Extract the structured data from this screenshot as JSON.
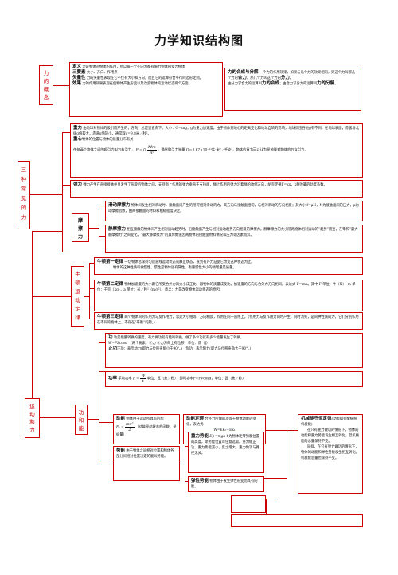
{
  "title": "力学知识结构图",
  "concept": {
    "side": [
      "力",
      "的",
      "概",
      "念"
    ],
    "def_label": "定义",
    "def_text": "力是物体对物体的作用，所以每一个在的力都有施力物体和受力物体",
    "three_label": "三要素",
    "three_text": "大小、方向、作用点",
    "vector_label": "矢量性",
    "vector_text": "力的矢量性表现在它不仅有大小和方向，而且它的运算符合平行四边形定则。",
    "effect_label": "效果",
    "effect_text": "力的作用效果表现在使物体产生形变以及改变物体的运动状态两个方面。"
  },
  "compose": {
    "label": "力的合成与分解",
    "text1": "一个力的作用效果，如果与几个力的效果相同，则这个力叫那几个力的",
    "he": "合力",
    "text2": "，那几个力叫这个力的",
    "fen": "分力",
    "text3": "。",
    "text4": "由分力求合力的运算叫",
    "hecheng": "力的合成",
    "text5": "；由合力求分力的运算叫",
    "fenjie": "力的分解",
    "text6": "。"
  },
  "three_forces": {
    "side": [
      "三",
      "种",
      "常",
      "见",
      "的",
      "力"
    ],
    "gravity_label": "重力",
    "gravity_text1": "由地球对物体的吸引而产生的，方向：总是竖直向下。大小：G＝mg，g为重力加速度，由于物体到地心的距离变化和地球自转的影响，地球周围各地g有不同，在地球表面，赤极与北极g值较大，赤道g值较小，通常取g=9.8米／秒²。",
    "center_label": "重心",
    "center_text": "物体的位置与物体的质量分布有关",
    "gravitation_text": "任何两个物体之间的吸引力叫万有引力，",
    "formula_F": "F = G",
    "formula_num": "Mm",
    "formula_den": "R²",
    "gravitation_text2": "，通常取引力常量 G＝6.67×10⁻¹¹牛·米²／千克²。物体的重力可以认为是地球对物体的万有引力。",
    "elastic_label": "弹力",
    "elastic_text": "弹力产生在直接接触并且发生了形变的物体之间，支持面上作用的弹力垂直于支持面，绳上作用的弹力沿着绳的收缩方向，胡克定律F=kx，k称弹簧的劲度系数。",
    "friction_side": [
      "摩",
      "擦",
      "力"
    ],
    "sliding_label": "滑动摩擦力",
    "sliding_text": "物体间发生相对滑动时，接触面间产生的阻碍相对滑动的力，其方向与接触面相切，与相对滑动的方向相反；其大小 f=μN，N为接触面间的压力，μ为动摩擦因数，由两接触面的材料和粗糙程度决定。",
    "static_label": "静摩擦力",
    "static_text": "相互接触的物体间产生相对运动趋势时，沿接触面产生与相对运动趋势方向相反的摩擦力。静摩擦力的大小随两物体相对运动的“趋势”而变，在零和“最大静摩擦力”之间变化，“最大静摩擦力”的具体数值因两物体的接触面材料情况和压力等因素而异。"
  },
  "newton": {
    "side": [
      "牛",
      "顿",
      "运",
      "动",
      "定",
      "律"
    ],
    "first_label": "牛顿第一定律",
    "first_text": "一切物体总保持匀速直线运动状态或静止状态，直到有外力迫使它改变这种状态为止。",
    "first_text2": "物体的这种性质叫做惯性，惯性是物体固有属性，衡量惯性大小的物理量是质量。",
    "second_label": "牛顿第二定律",
    "second_text": "物体加速度的大小跟它所受合外力的大小成正比，跟物体的质量成反比，加速度的方向与合外力方向相同。表达式 F＝ma。其中 F 单位：牛（N），m 单位：千克（kg），a 单位：米／秒²（m/s²）。意义：力是改变物体运动状态的原因。",
    "third_label": "牛顿第三定律",
    "third_text": "两个物体间的作用力与反作用力，总是大小相等，方向相反，作用在同一直线上。（作用力与反作用力同时产生，同时消失，是同种性质的力，它们分别作用在不同的物体上，不存在“平衡”问题。）"
  },
  "motion": {
    "side": [
      "运",
      "动",
      "和",
      "力"
    ],
    "energy_side": [
      "功",
      "和",
      "能"
    ],
    "work_label": "功",
    "work_text": "功是能量转换的量度，有力做功就有能的转换，做了多少功就有多少能量发生了转换。",
    "work_formula": "W=FScosα",
    "work_ext": "（两个要素：①力 ②力方向上有位移）单位：焦（J）",
    "pos_work": "正功：表示动力(即力与位移夹角小于90°。)",
    "neg_work": "负功：表示阻力(即力与位移夹角大于90°。)",
    "power_label": "功率",
    "power_text1": "平均功率",
    "power_P": "P =",
    "power_num": "W",
    "power_den": "t",
    "power_unit": "单位：瓦（焦／秒）",
    "power_inst": "即时功率P=FVcosα，单位：瓦（焦／秒）",
    "kinetic_label": "动能",
    "kinetic_text": "物体由于运动所具有的能",
    "kinetic_Ek": "Eₖ =",
    "kinetic_num": "mv²",
    "kinetic_den": "2",
    "kinetic_ext": "（动能是动状态的函数，是标量）",
    "theorem_label": "动能定理",
    "theorem_text": "合外力所做的功等于物体动能的变化，表达式",
    "theorem_formula": "W=Ek₂－Ek₁",
    "theorem_ext": "（动能定理适用于变力做功情况）",
    "potential_label": "势能",
    "potential_text": "由于物体之间相对位置和物体各部分间相对位置决定的能叫势能。",
    "gravpot_label": "重力势能",
    "gravpot_text": "Ep＝mgh",
    "gravpot_ext": "h为物体距零势能位置的高度。零势能位置可任意选取。重力做正功，重力势能减小，反之增大。重力做功与路径无关。",
    "elastpot_label": "弹性势能",
    "elastpot_text": "物体由于发生弹性形变而具有的能。",
    "conserve_label": "机械能守恒定律",
    "conserve_text": "(动能和势能统称机械能)",
    "conserve_text2": "在只有重力做功的情形下，物体的动能和重力势能发生相互转化，但机械能的总量保持不变。",
    "conserve_text3": "同样，在只有弹力做功的情形下，物体的动能和弹性势能发生相互转化，机械能总量也保持不变。"
  }
}
